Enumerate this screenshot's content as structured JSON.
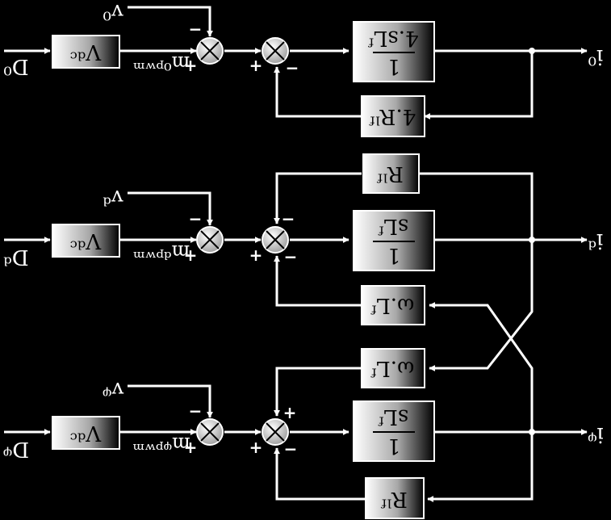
{
  "channels": [
    {
      "input": "D⁰",
      "gain": "Vᵈᶜ",
      "mod": "m⁰ᵖʷᵐ",
      "ref": "v⁰",
      "tf_num": "1",
      "tf_den": "4.sLᶠ",
      "fb_block": "4.Rˡᶠ",
      "output": "i⁰",
      "sum1_signs": {
        "top": "−",
        "left": "+"
      },
      "sum2_signs": {
        "left": "+",
        "right": "−"
      }
    },
    {
      "input": "Dᵈ",
      "gain": "Vᵈᶜ",
      "mod": "mᵈᵖʷᵐ",
      "ref": "vᵈ",
      "tf_num": "1",
      "tf_den": "sLᶠ",
      "fb_block": "Rˡᶠ",
      "cross_block": "ω.Lᶠ",
      "output": "iᵈ",
      "sum1_signs": {
        "top": "−",
        "left": "+"
      },
      "sum2_signs": {
        "left": "+",
        "top": "−",
        "bottom": "−"
      }
    },
    {
      "input": "Dᵠ",
      "gain": "Vᵈᶜ",
      "mod": "mᵠᵖʷᵐ",
      "ref": "vᵠ",
      "tf_num": "1",
      "tf_den": "sLᶠ",
      "fb_block": "Rˡᶠ",
      "cross_block": "ω.Lᶠ",
      "output": "iᵠ",
      "sum1_signs": {
        "top": "−",
        "left": "+"
      },
      "sum2_signs": {
        "left": "+",
        "top": "+",
        "bottom": "−"
      }
    }
  ]
}
